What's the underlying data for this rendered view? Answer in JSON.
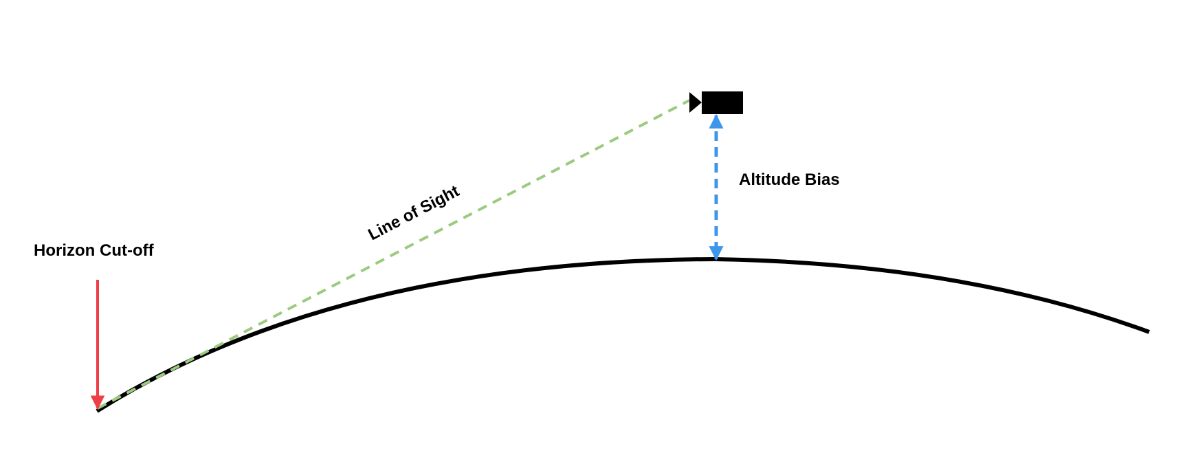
{
  "labels": {
    "horizon_cutoff": "Horizon Cut-off",
    "line_of_sight": "Line of Sight",
    "altitude_bias": "Altitude Bias"
  },
  "colors": {
    "ground": "#000000",
    "line_of_sight": "#9bcb7f",
    "altitude_bias": "#3d96ea",
    "horizon_cutoff": "#ef3e45",
    "camera": "#000000"
  },
  "icons": {
    "camera": "camera-icon"
  }
}
